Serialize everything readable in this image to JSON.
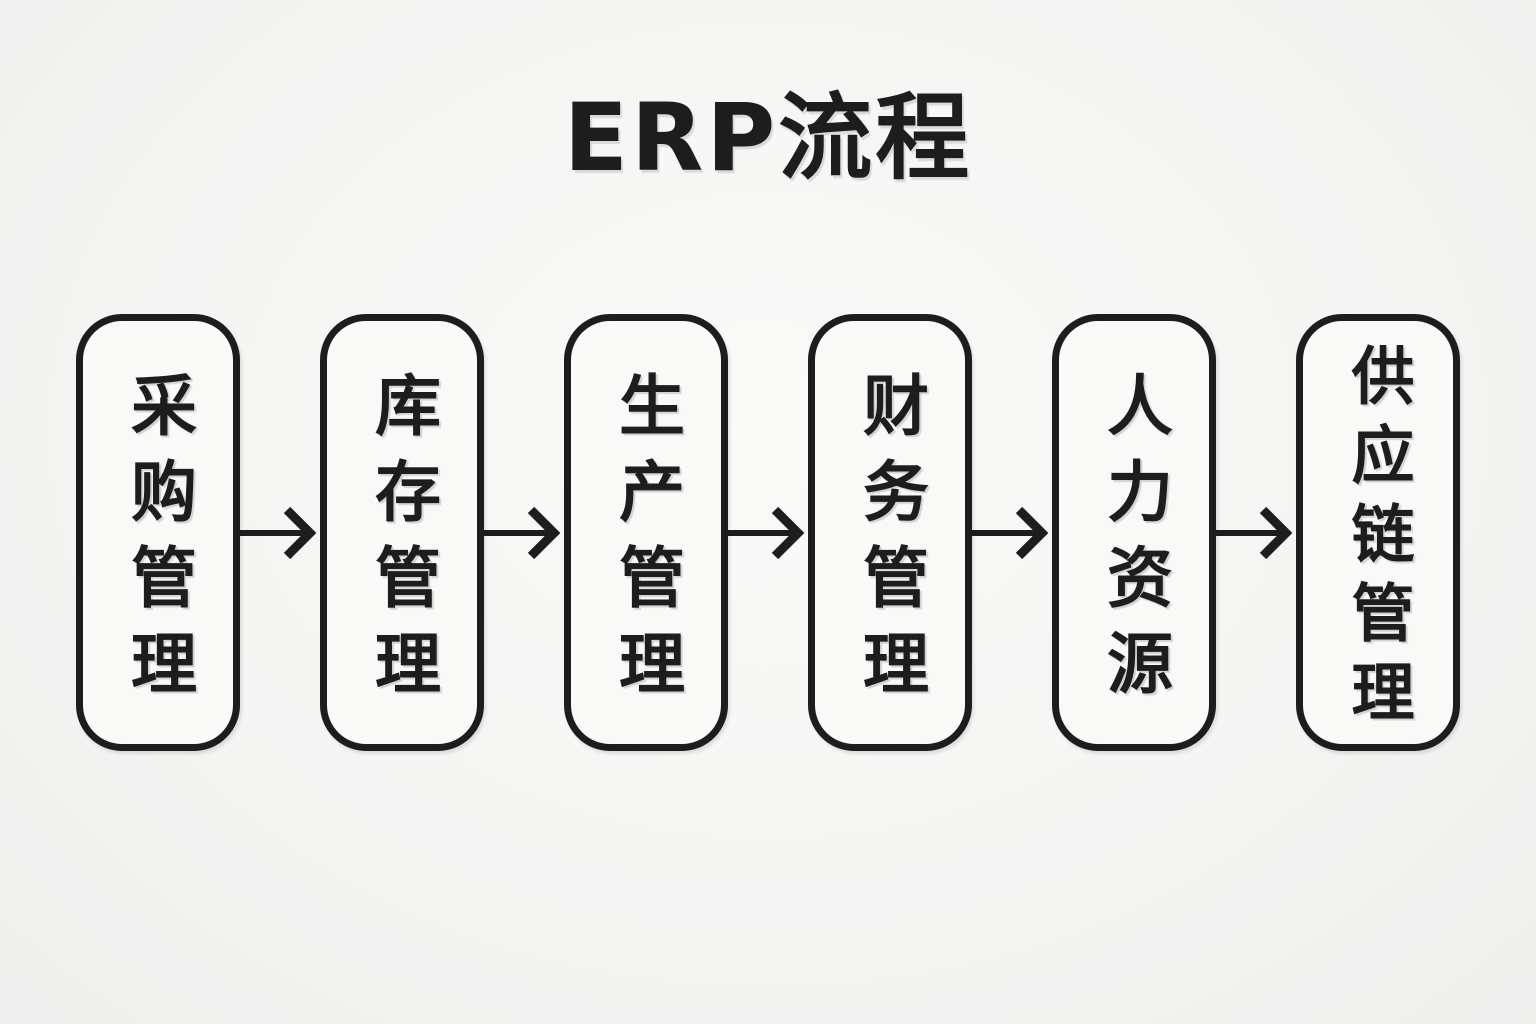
{
  "page": {
    "title": "ERP流程",
    "colors": {
      "ink": "#1d1d1d",
      "background": "#f4f4f3",
      "node_background": "#f9f9f8"
    }
  },
  "flow": {
    "direction": "left-to-right",
    "connector_icon": "arrow-right",
    "boxes": [
      {
        "label": "采购管理"
      },
      {
        "label": "库存管理"
      },
      {
        "label": "生产管理"
      },
      {
        "label": "财务管理"
      },
      {
        "label": "人力资源"
      },
      {
        "label": "供应链管理"
      }
    ]
  }
}
